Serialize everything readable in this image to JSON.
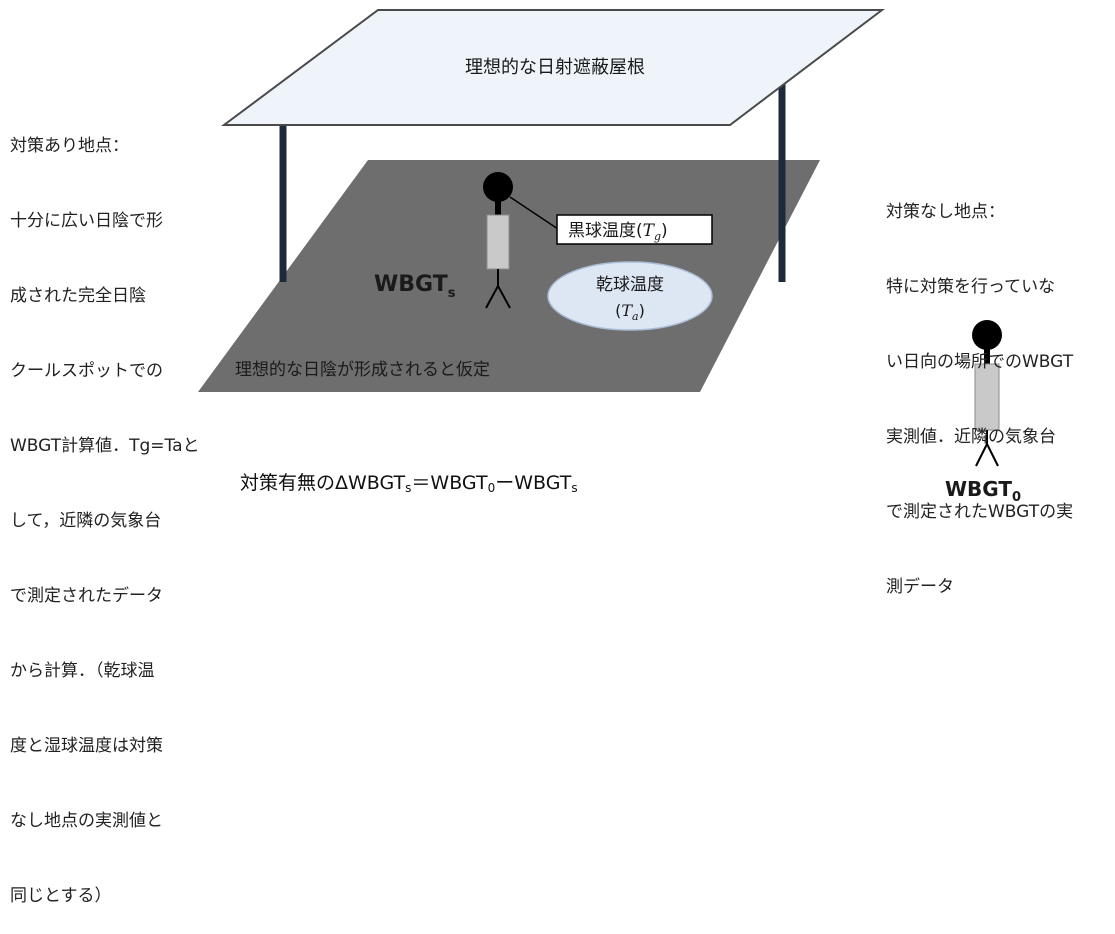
{
  "roof_label": "理想的な日射遮蔽屋根",
  "shade_label": "理想的な日陰が形成されると仮定",
  "black_globe_label": "黒球温度(",
  "black_globe_var": "T",
  "black_globe_sub": "g",
  "dry_bulb_label": "乾球温度",
  "dry_bulb_var": "T",
  "dry_bulb_sub": "a",
  "person_shaded_label": "WBGT",
  "person_shaded_sub": "s",
  "person_sun_label": "WBGT",
  "person_sun_sub": "0",
  "left_block": {
    "line1": "対策あり地点：",
    "line2": "十分に広い日陰で形",
    "line3": "成された完全日陰",
    "line4": "クールスポットでの",
    "line5": "WBGT計算値．Tg=Taと",
    "line6": "して，近隣の気象台",
    "line7": "で測定されたデータ",
    "line8": "から計算．（乾球温",
    "line9": "度と湿球温度は対策",
    "line10": "なし地点の実測値と",
    "line11": "同じとする）"
  },
  "right_block": {
    "line1": "対策なし地点：",
    "line2": "特に対策を行っていな",
    "line3": "い日向の場所でのWBGT",
    "line4": "実測値．近隣の気象台",
    "line5": "で測定されたWBGTの実",
    "line6": "測データ"
  },
  "formula": {
    "prefix": "対策有無の",
    "delta": "ΔWBGT",
    "delta_sub": "s",
    "eq": "＝WBGT",
    "term1_sub": "0",
    "minus": "ーWBGT",
    "term2_sub": "s"
  },
  "colors": {
    "roof_fill": "#eef4f9",
    "shadow_fill": "#6e6e6e",
    "ellipse_fill": "#dde7f3",
    "ellipse_stroke": "#aabdd6",
    "body_fill": "#c9c9c9",
    "pole": "#1c2a3a"
  }
}
